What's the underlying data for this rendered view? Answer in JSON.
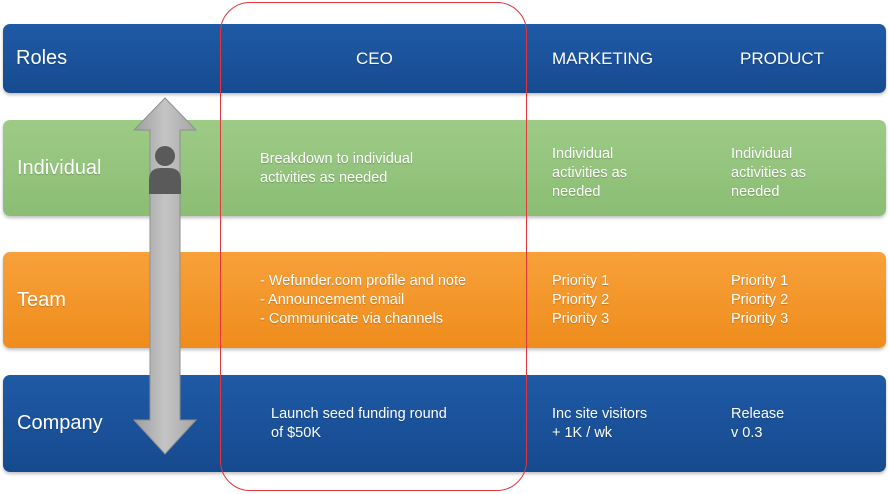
{
  "header": {
    "row_label": "Roles",
    "columns": [
      "CEO",
      "MARKETING",
      "PRODUCT"
    ]
  },
  "rows": [
    {
      "label": "Individual",
      "ceo": [
        "Breakdown to individual",
        "activities as needed"
      ],
      "marketing": [
        "Individual",
        "activities as",
        "needed"
      ],
      "product": [
        "Individual",
        "activities as",
        "needed"
      ]
    },
    {
      "label": "Team",
      "ceo": [
        "- Wefunder.com profile and note",
        "- Announcement email",
        "- Communicate via channels"
      ],
      "marketing": [
        "Priority 1",
        "Priority 2",
        "Priority 3"
      ],
      "product": [
        "Priority 1",
        "Priority 2",
        "Priority 3"
      ]
    },
    {
      "label": "Company",
      "ceo": [
        "Launch seed funding round",
        "of $50K"
      ],
      "marketing": [
        "Inc site visitors",
        "+ 1K / wk"
      ],
      "product": [
        "Release",
        "v 0.3"
      ]
    }
  ],
  "colors": {
    "roles_band": "#1f5aa6",
    "individual_band": "#9dcb86",
    "team_band": "#f7a13a",
    "company_band": "#1f5aa6",
    "highlight_outline": "#e0363c",
    "arrow": "#b3b3b3",
    "person": "#5a5a5a"
  },
  "icons": {
    "vertical_arrow": "double-headed-arrow-icon",
    "person": "person-icon"
  }
}
